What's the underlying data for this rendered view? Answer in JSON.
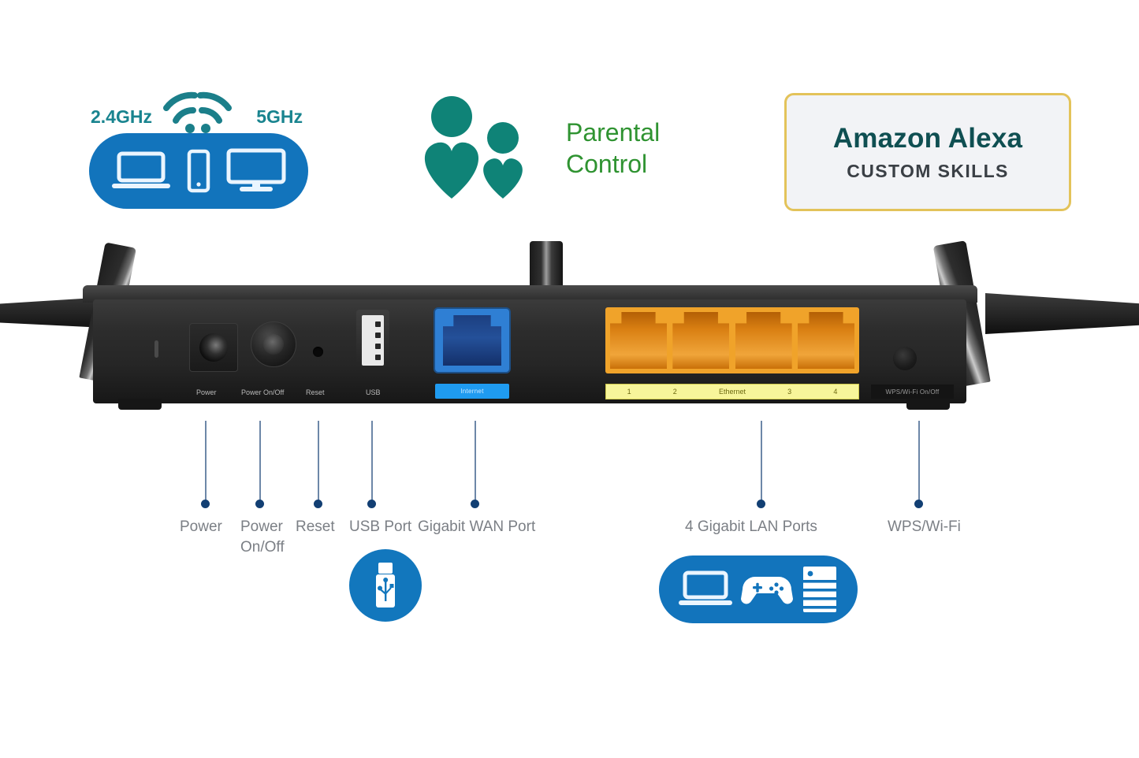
{
  "badges": {
    "dualband": {
      "band_low": "2.4GHz",
      "band_high": "5GHz",
      "wifi_icon": "wifi-arcs-icon",
      "devices": [
        "laptop-icon",
        "smartphone-icon",
        "monitor-icon"
      ],
      "pill_color": "#1274bc",
      "text_color": "#19848f"
    },
    "parental": {
      "line1": "Parental",
      "line2": "Control",
      "icon": "parent-child-heart-icon",
      "icon_color": "#0f8377",
      "text_color": "#2f9331"
    },
    "alexa": {
      "title": "Amazon Alexa",
      "subtitle": "CUSTOM SKILLS",
      "border_color": "#e3c35a",
      "fill_color": "#f2f3f6",
      "title_color": "#0f4f52",
      "subtitle_color": "#3a3f45"
    }
  },
  "router": {
    "panel_labels": {
      "power": "Power",
      "power_on_off": "Power On/Off",
      "reset": "Reset",
      "usb": "USB",
      "internet": "Internet",
      "wps": "WPS/Wi-Fi On/Off"
    },
    "lan_strip": [
      "1",
      "2",
      "Ethernet",
      "3",
      "4"
    ],
    "colors": {
      "wan_port": "#2f7fd4",
      "lan_port": "#f0a32a",
      "lan_strip": "#f7f59a",
      "chassis": "#262626"
    }
  },
  "callouts": [
    {
      "label": "Power",
      "label2": ""
    },
    {
      "label": "Power",
      "label2": "On/Off"
    },
    {
      "label": "Reset",
      "label2": ""
    },
    {
      "label": "USB Port",
      "label2": ""
    },
    {
      "label": "Gigabit WAN Port",
      "label2": ""
    },
    {
      "label": "4 Gigabit LAN Ports",
      "label2": ""
    },
    {
      "label": "WPS/Wi-Fi",
      "label2": ""
    }
  ],
  "bottom_badges": {
    "usb": {
      "icon": "usb-flash-drive-icon",
      "color": "#1277bd"
    },
    "lan": {
      "icons": [
        "laptop-icon",
        "gamepad-icon",
        "nas-server-icon"
      ],
      "color": "#1274bc"
    }
  }
}
